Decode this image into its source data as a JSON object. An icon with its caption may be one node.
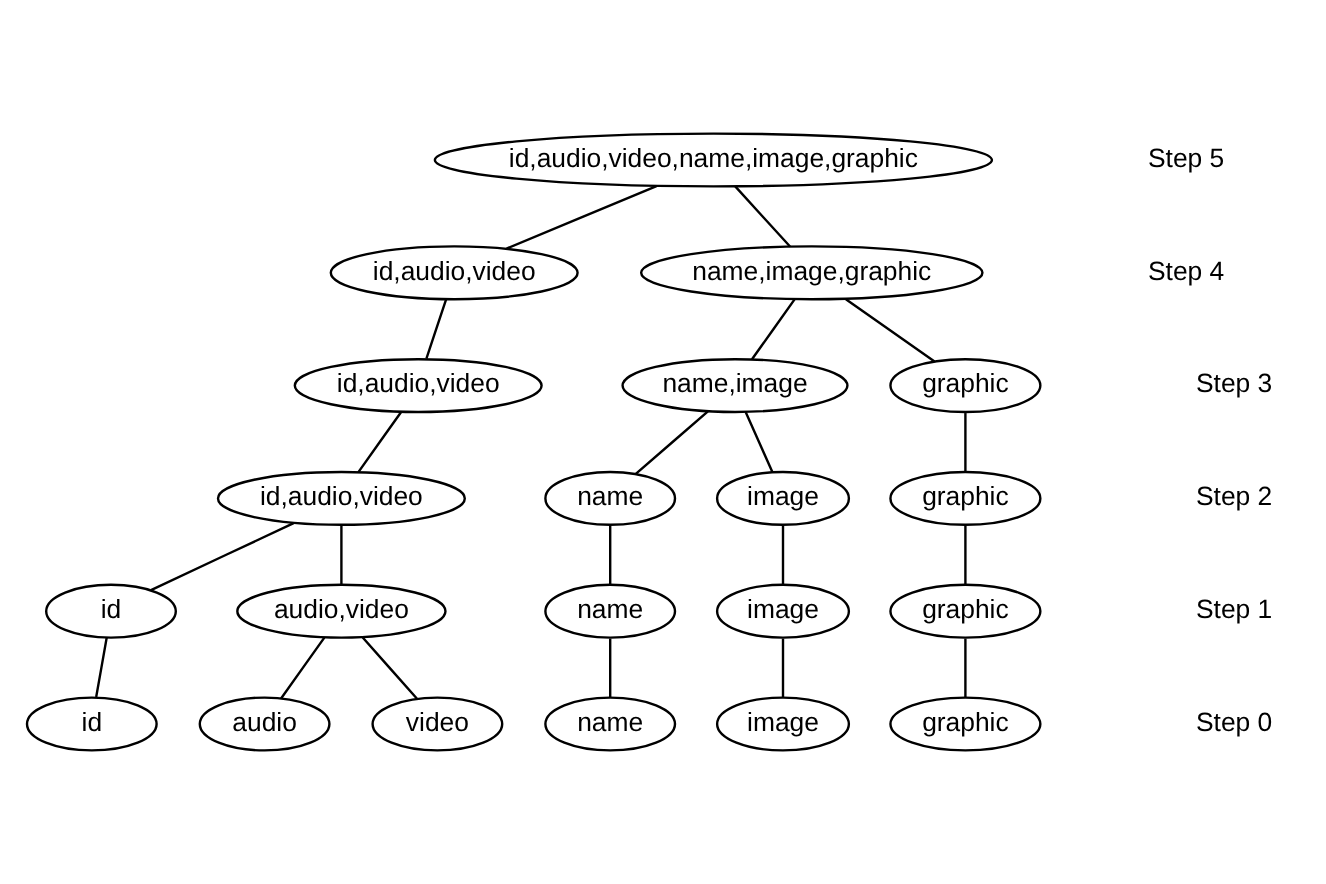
{
  "diagram": {
    "nodes": [
      {
        "text": [
          "id,audio,video,name,image,graphic"
        ]
      },
      {
        "text": [
          "id,audio,video"
        ]
      },
      {
        "text": [
          "name,image,graphic"
        ]
      },
      {
        "text": [
          "id,audio,video"
        ]
      },
      {
        "text": [
          "name,image"
        ]
      },
      {
        "text": [
          "graphic"
        ]
      },
      {
        "text": [
          "id,audio,video"
        ]
      },
      {
        "text": [
          "name"
        ]
      },
      {
        "text": [
          "image"
        ]
      },
      {
        "text": [
          "graphic"
        ]
      },
      {
        "text": [
          "id"
        ]
      },
      {
        "text": [
          "audio,video"
        ]
      },
      {
        "text": [
          "name"
        ]
      },
      {
        "text": [
          "image"
        ]
      },
      {
        "text": [
          "graphic"
        ]
      },
      {
        "text": [
          "id"
        ]
      },
      {
        "text": [
          "audio"
        ]
      },
      {
        "text": [
          "video"
        ]
      },
      {
        "text": [
          "name"
        ]
      },
      {
        "text": [
          "image"
        ]
      },
      {
        "text": [
          "graphic"
        ]
      }
    ],
    "edges": [
      {
        "from": 0,
        "to": 1,
        "arrow": "none"
      },
      {
        "from": 0,
        "to": 2,
        "arrow": "none"
      },
      {
        "from": 1,
        "to": 3,
        "arrow": "none"
      },
      {
        "from": 2,
        "to": 4,
        "arrow": "none"
      },
      {
        "from": 2,
        "to": 5,
        "arrow": "none"
      },
      {
        "from": 3,
        "to": 6,
        "arrow": "none"
      },
      {
        "from": 4,
        "to": 7,
        "arrow": "none"
      },
      {
        "from": 4,
        "to": 8,
        "arrow": "none"
      },
      {
        "from": 5,
        "to": 9,
        "arrow": "none"
      },
      {
        "from": 6,
        "to": 10,
        "arrow": "none"
      },
      {
        "from": 6,
        "to": 11,
        "arrow": "none"
      },
      {
        "from": 7,
        "to": 12,
        "arrow": "none"
      },
      {
        "from": 8,
        "to": 13,
        "arrow": "none"
      },
      {
        "from": 9,
        "to": 14,
        "arrow": "none"
      },
      {
        "from": 10,
        "to": 15,
        "arrow": "none"
      },
      {
        "from": 11,
        "to": 16,
        "arrow": "none"
      },
      {
        "from": 11,
        "to": 17,
        "arrow": "none"
      },
      {
        "from": 12,
        "to": 18,
        "arrow": "none"
      },
      {
        "from": 13,
        "to": 19,
        "arrow": "none"
      },
      {
        "from": 14,
        "to": 20,
        "arrow": "none"
      }
    ],
    "labels": [
      "Step 5",
      "Step 4",
      "Step 3",
      "Step 2",
      "Step 1",
      "Step 0"
    ]
  }
}
